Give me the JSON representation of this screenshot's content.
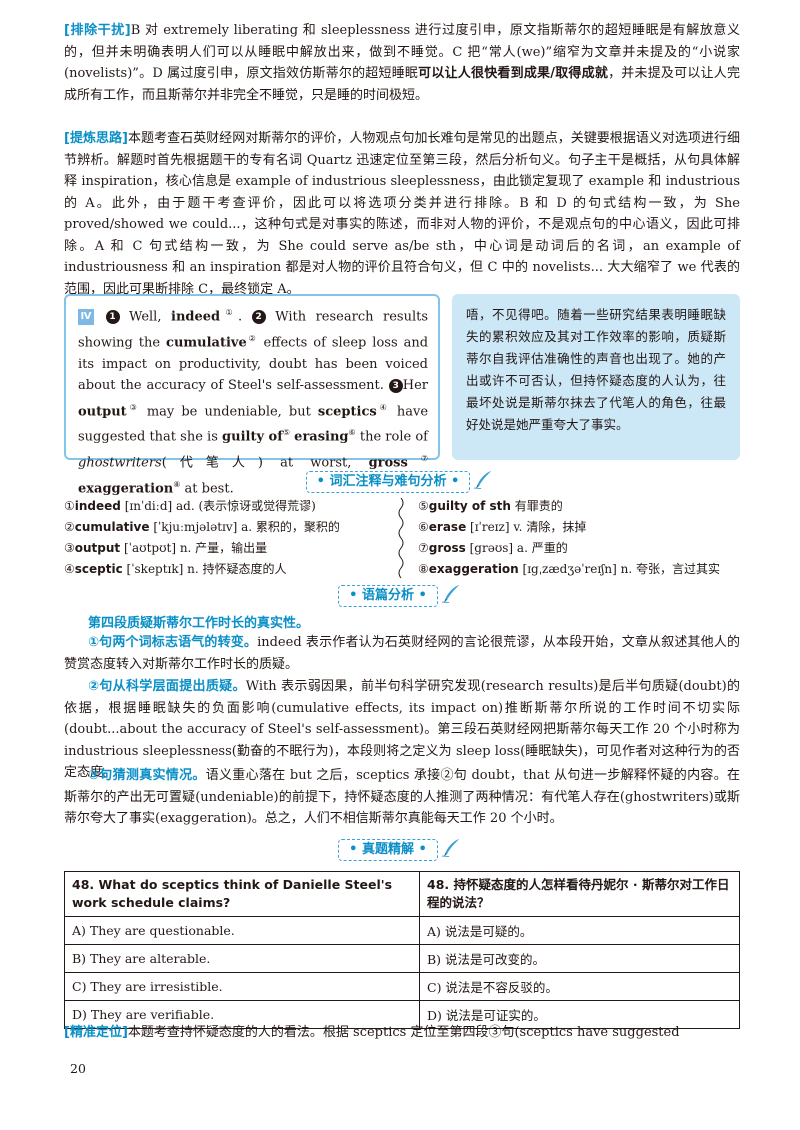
{
  "para1": {
    "tag": "[排除干扰]",
    "text_a": "B 对 extremely liberating 和 sleeplessness 进行过度引申，原文指斯蒂尔的超短睡眠是有解放意义的，但并未明确表明人们可以从睡眠中解放出来，做到不睡觉。C 把“常人(we)”缩窄为文章并未提及的“小说家(novelists)”。D 属过度引申，原文指效仿斯蒂尔的超短睡眠",
    "text_bold": "可以让人很快看到成果/取得成就",
    "text_b": "，并未提及可以让人完成所有工作，而且斯蒂尔并非完全不睡觉，只是睡的时间极短。"
  },
  "para2": {
    "tag": "[提炼思路]",
    "text": "本题考查石英财经网对斯蒂尔的评价，人物观点句加长难句是常见的出题点，关键要根据语义对选项进行细节辨析。解题时首先根据题干的专有名词 Quartz 迅速定位至第三段，然后分析句义。句子主干是概括，从句具体解释 inspiration，核心信息是 example of industrious sleeplessness，由此锁定复现了 example 和 industrious 的 A。此外，由于题干考查评价，因此可以将选项分类并进行排除。B 和 D 的句式结构一致，为 She proved/showed we could...，这种句式是对事实的陈述，而非对人物的评价，不是观点句的中心语义，因此可排除。A 和 C 句式结构一致，为 She could serve as/be sth，中心词是动词后的名词，an example of industriousness 和 an inspiration 都是对人物的评价且符合句义，但 C 中的 novelists... 大大缩窄了 we 代表的范围，因此可果断排除 C，最终锁定 A。"
  },
  "passage": {
    "roman": "Ⅳ",
    "n1": "1",
    "n2": "2",
    "n3": "3",
    "s1a": "Well,",
    "s1b": "indeed",
    "s1sup": "①",
    "s2a": "With research results showing the",
    "s2b": "cumulative",
    "s2sup": "②",
    "s2c": "effects of sleep loss and its impact on productivity, doubt has been voiced about the accuracy of Steel's self-assessment.",
    "s3a": "Her",
    "s3b": "output",
    "s3sup": "③",
    "s3c": "may be undeniable, but",
    "s3d": "sceptics",
    "s3sup2": "④",
    "s3e": "have suggested that she is",
    "s3f": "guilty of",
    "s3sup3": "⑤",
    "s3g": "erasing",
    "s3sup4": "⑥",
    "s3h": "the role of",
    "s3i": "ghostwriters",
    "s3j": "(代笔人) at worst,",
    "s3k": "gross",
    "s3sup5": "⑦",
    "s3l": "exaggeration",
    "s3sup6": "⑧",
    "s3m": "at best."
  },
  "translation": "唔，不见得吧。随着一些研究结果表明睡眠缺失的累积效应及其对工作效率的影响，质疑斯蒂尔自我评估准确性的声音也出现了。她的产出或许不可否认，但持怀疑态度的人认为，往最坏处说是斯蒂尔抹去了代笔人的角色，往最好处说是她严重夸大了事实。",
  "sections": {
    "vocab": "• 词汇注释与难句分析 •",
    "discourse": "• 语篇分析 •",
    "exam": "• 真题精解 •"
  },
  "vocab_left": [
    {
      "n": "①",
      "word": "indeed",
      "rest": " [ɪnˈdiːd] ad. (表示惊讶或觉得荒谬)"
    },
    {
      "n": "②",
      "word": "cumulative",
      "rest": " [ˈkjuːmjələtɪv] a. 累积的，聚积的"
    },
    {
      "n": "③",
      "word": "output",
      "rest": " [ˈaʊtpʊt] n. 产量，输出量"
    },
    {
      "n": "④",
      "word": "sceptic",
      "rest": " [ˈskeptɪk] n. 持怀疑态度的人"
    }
  ],
  "vocab_right": [
    {
      "n": "⑤",
      "word": "guilty of sth",
      "rest": " 有罪责的"
    },
    {
      "n": "⑥",
      "word": "erase",
      "rest": " [ɪˈreɪz] v. 清除，抹掉"
    },
    {
      "n": "⑦",
      "word": "gross",
      "rest": " [grəʊs] a. 严重的"
    },
    {
      "n": "⑧",
      "word": "exaggeration",
      "rest": " [ɪgˌzædʒəˈreɪʃn] n. 夸张，言过其实"
    }
  ],
  "discourse": {
    "title": "第四段质疑斯蒂尔工作时长的真实性。",
    "p1_lead": "①句两个词标志语气的转变。",
    "p1_text": "indeed 表示作者认为石英财经网的言论很荒谬，从本段开始，文章从叙述其他人的赞赏态度转入对斯蒂尔工作时长的质疑。",
    "p2_lead": "②句从科学层面提出质疑。",
    "p2_text": "With 表示弱因果，前半句科学研究发现(research results)是后半句质疑(doubt)的依据，根据睡眠缺失的负面影响(cumulative effects, its impact on)推断斯蒂尔所说的工作时间不切实际(doubt...about the accuracy of Steel's self-assessment)。第三段石英财经网把斯蒂尔每天工作 20 个小时称为 industrious sleeplessness(勤奋的不眠行为)，本段则将之定义为 sleep loss(睡眠缺失)，可见作者对这种行为的否定态度。",
    "p3_lead": "③句猜测真实情况。",
    "p3_text": "语义重心落在 but 之后，sceptics 承接②句 doubt，that 从句进一步解释怀疑的内容。在斯蒂尔的产出无可置疑(undeniable)的前提下，持怀疑态度的人推测了两种情况：有代笔人存在(ghostwriters)或斯蒂尔夸大了事实(exaggeration)。总之，人们不相信斯蒂尔真能每天工作 20 个小时。"
  },
  "question": {
    "en_q": "48. What do sceptics think of Danielle Steel's work schedule claims?",
    "zh_q": "48. 持怀疑态度的人怎样看待丹妮尔 · 斯蒂尔对工作日程的说法？",
    "options": [
      {
        "en": "A) They are questionable.",
        "zh": "A) 说法是可疑的。"
      },
      {
        "en": "B) They are alterable.",
        "zh": "B) 说法是可改变的。"
      },
      {
        "en": "C) They are irresistible.",
        "zh": "C) 说法是不容反驳的。"
      },
      {
        "en": "D) They are verifiable.",
        "zh": "D) 说法是可证实的。"
      }
    ]
  },
  "para_last": {
    "tag": "[精准定位]",
    "text": "本题考查持怀疑态度的人的看法。根据 sceptics 定位至第四段③句(sceptics have suggested"
  },
  "page_number": "20",
  "colors": {
    "accent": "#0b8fc7",
    "box_border": "#84c4e8",
    "trans_bg": "#cce7f6"
  }
}
